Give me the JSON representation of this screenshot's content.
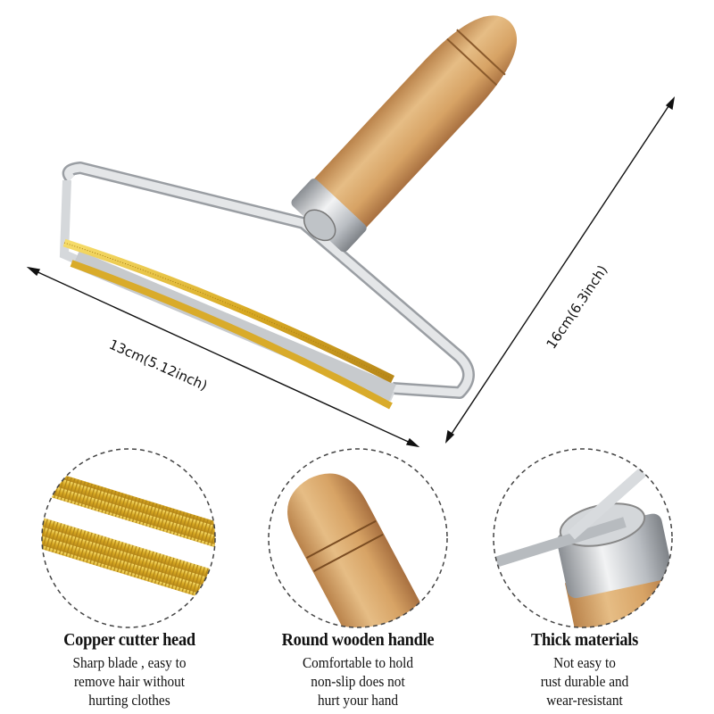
{
  "dimensions": {
    "width_label": "13cm(5.12inch)",
    "height_label": "16cm(6.3inch)"
  },
  "features": [
    {
      "title": "Copper cutter head",
      "lines": [
        "Sharp blade , easy to",
        "remove hair without",
        "hurting clothes"
      ]
    },
    {
      "title": "Round wooden handle",
      "lines": [
        "Comfortable to hold",
        "non-slip does not",
        "hurt your hand"
      ]
    },
    {
      "title": "Thick materials",
      "lines": [
        "Not easy to",
        "rust durable and",
        "wear-resistant"
      ]
    }
  ],
  "colors": {
    "wood": "#d9a86a",
    "steel": "#c9ccd0",
    "copper": "#e2b730",
    "line": "#111111"
  }
}
